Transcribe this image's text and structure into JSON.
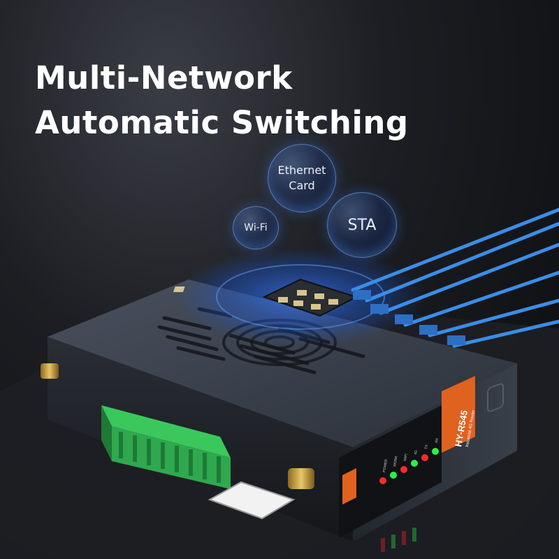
{
  "headline": {
    "line1": "Multi-Network",
    "line2": "Automatic Switching"
  },
  "bubbles": {
    "ethernet_line1": "Ethernet",
    "ethernet_line2": "Card",
    "wifi": "Wi-Fi",
    "sta": "STA"
  },
  "device": {
    "model": "HY-R545",
    "subtitle": "Industrial 4G Router",
    "indicators": [
      "POWER",
      "WORK",
      "WIFI",
      "4G",
      "TX",
      "RX"
    ]
  },
  "colors": {
    "cable": "#3b8de6",
    "terminal": "#2fa84f",
    "label_strip": "#e0621f",
    "led_red": "#ff2a2a",
    "led_green": "#2cf04a"
  }
}
